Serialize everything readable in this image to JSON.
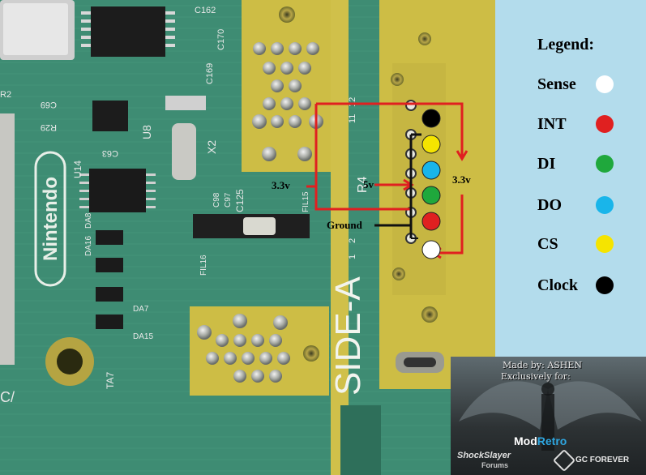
{
  "board_text": {
    "brand": "Nintendo",
    "side": "SIDE-A",
    "refs": [
      "C162",
      "C69",
      "R29",
      "U8",
      "C63",
      "U14",
      "X2",
      "C169",
      "C170",
      "C98",
      "C97",
      "C125",
      "FIL16",
      "FIL15",
      "DA16",
      "DA8",
      "DA7",
      "DA15",
      "R4",
      "TA7",
      "C/",
      "R2"
    ],
    "pin_nums": [
      "12",
      "11",
      "1",
      "2"
    ]
  },
  "wire_labels": {
    "left_3v3": "3.3v",
    "five_v": "5v",
    "ground": "Ground",
    "right_3v3": "3.3v"
  },
  "legend": {
    "title": "Legend:",
    "items": [
      {
        "label": "Sense",
        "color": "#ffffff"
      },
      {
        "label": "INT",
        "color": "#e02020"
      },
      {
        "label": "DI",
        "color": "#1fa83c"
      },
      {
        "label": "DO",
        "color": "#19b5ea"
      },
      {
        "label": "CS",
        "color": "#f5e400"
      },
      {
        "label": "Clock",
        "color": "#000000"
      }
    ]
  },
  "connector_dots": [
    "#000000",
    "#f5e400",
    "#19b5ea",
    "#1fa83c",
    "#e02020",
    "#ffffff"
  ],
  "credit": {
    "made_by": "Made by: ASHEN",
    "exclusive": "Exclusively for:",
    "modretro_a": "Mod",
    "modretro_b": "Retro",
    "shockslayer": "ShockSlayer",
    "forums": "Forums",
    "gcforever": "GC FOREVER"
  }
}
